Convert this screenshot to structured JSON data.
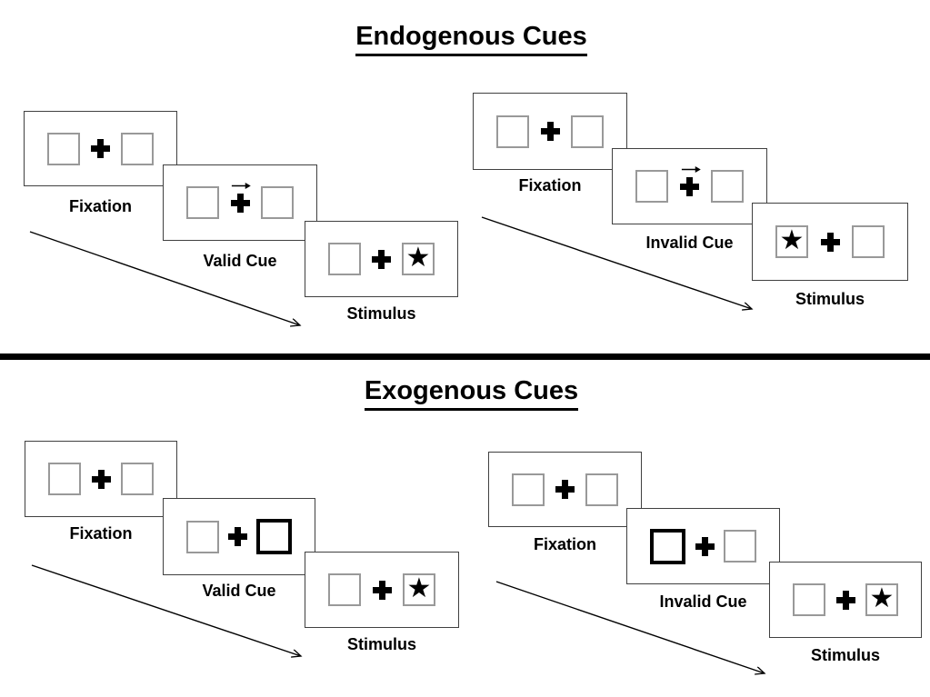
{
  "colors": {
    "background": "#ffffff",
    "ink": "#000000",
    "panel_border": "#404040",
    "box_border": "#999999"
  },
  "symbols": {
    "star": "★"
  },
  "sections": [
    {
      "title": "Endogenous Cues",
      "groups": [
        {
          "name": "valid-trial",
          "steps": [
            {
              "label": "Fixation",
              "cue_type": "none",
              "target_side": "none"
            },
            {
              "label": "Valid Cue",
              "cue_type": "central-arrow-right",
              "target_side": "none"
            },
            {
              "label": "Stimulus",
              "cue_type": "none",
              "target_side": "right"
            }
          ]
        },
        {
          "name": "invalid-trial",
          "steps": [
            {
              "label": "Fixation",
              "cue_type": "none",
              "target_side": "none"
            },
            {
              "label": "Invalid Cue",
              "cue_type": "central-arrow-right",
              "target_side": "none"
            },
            {
              "label": "Stimulus",
              "cue_type": "none",
              "target_side": "left"
            }
          ]
        }
      ]
    },
    {
      "title": "Exogenous Cues",
      "groups": [
        {
          "name": "valid-trial",
          "steps": [
            {
              "label": "Fixation",
              "cue_type": "none",
              "target_side": "none"
            },
            {
              "label": "Valid Cue",
              "cue_type": "peripheral-box-right",
              "target_side": "none"
            },
            {
              "label": "Stimulus",
              "cue_type": "none",
              "target_side": "right"
            }
          ]
        },
        {
          "name": "invalid-trial",
          "steps": [
            {
              "label": "Fixation",
              "cue_type": "none",
              "target_side": "none"
            },
            {
              "label": "Invalid Cue",
              "cue_type": "peripheral-box-left",
              "target_side": "none"
            },
            {
              "label": "Stimulus",
              "cue_type": "none",
              "target_side": "right"
            }
          ]
        }
      ]
    }
  ]
}
